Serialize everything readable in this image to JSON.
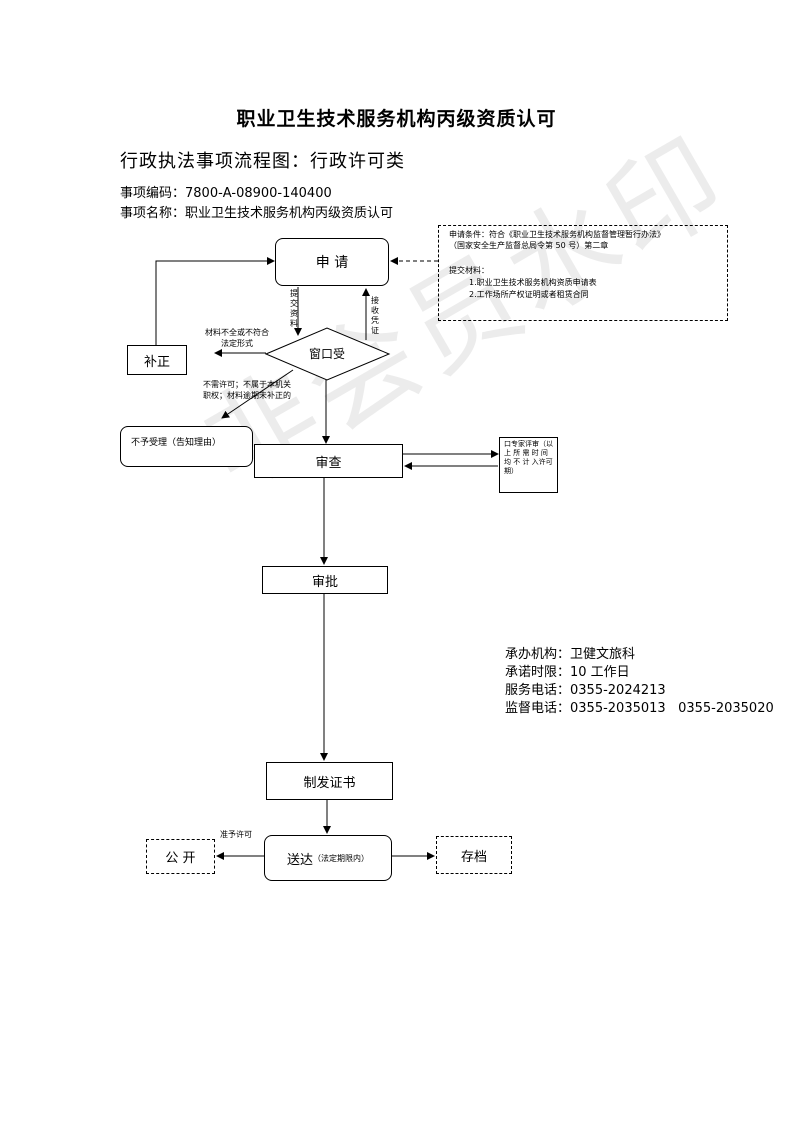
{
  "title": "职业卫生技术服务机构丙级资质认可",
  "subtitle": "行政执法事项流程图：行政许可类",
  "meta": {
    "code": "事项编码：7800-A-08900-140400",
    "name": "事项名称：职业卫生技术服务机构丙级资质认可"
  },
  "conditions": {
    "line1": "申请条件：符合《职业卫生技术服务机构监督管理暂行办法》",
    "line2": "（国家安全生产监督总局令第 50 号）第二章",
    "line3": "提交材料：",
    "line4": "1.职业卫生技术服务机构资质申请表",
    "line5": "2.工作场所产权证明或者租赁合同"
  },
  "nodes": {
    "apply": "申 请",
    "window": "窗口受",
    "supplement": "补正",
    "reject": "不予受理（告知理由）",
    "review": "审查",
    "expert": "口专家评审（以 上 所 需 时 间 均 不 计 入许可期）",
    "approve": "审批",
    "certificate": "制发证书",
    "deliver": "送达",
    "deliver_note": "（法定期限内）",
    "publish": "公 开",
    "archive": "存档"
  },
  "edges": {
    "submit": "提交资料",
    "receipt": "接收凭证",
    "incomplete_1": "材料不全或不符合",
    "incomplete_2": "法定形式",
    "reject_1": "不需许可；不属于本机关",
    "reject_2": "职权；材料逾期未补正的",
    "permit": "准予许可"
  },
  "contact": {
    "agency": "承办机构：卫健文旅科",
    "deadline": "承诺时限：10 工作日",
    "service": "服务电话：0355-2024213",
    "supervision": "监督电话：0355-2035013   0355-2035020"
  },
  "watermark": "非会员水印"
}
